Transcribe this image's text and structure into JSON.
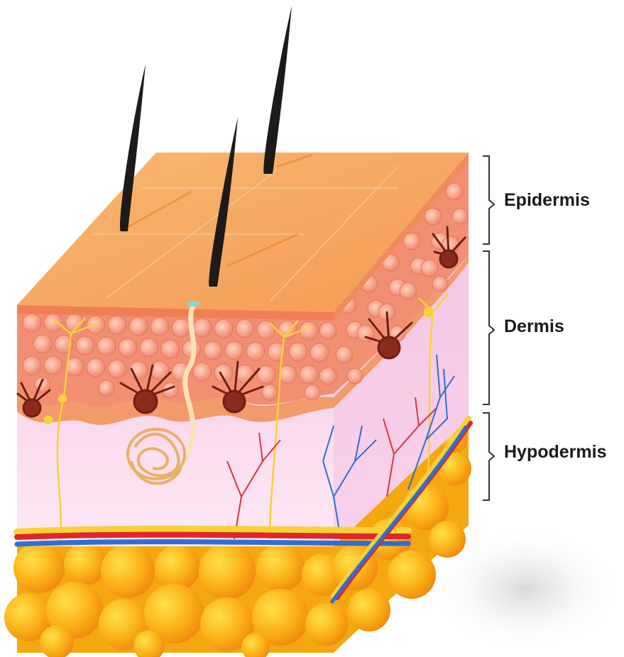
{
  "labels": {
    "epidermis": "Epidermis",
    "dermis": "Dermis",
    "hypodermis": "Hypodermis"
  },
  "colors": {
    "epidermis_surface": "#f6a25c",
    "epidermis_cells": "#f08a6c",
    "dermis": "#fbdcef",
    "fat": "#fbb117",
    "artery": "#e0262b",
    "vein": "#2f6fd0",
    "nerve": "#f7d13a",
    "melanocyte": "#8b2a1c",
    "hair": "#1d1a17",
    "bracket": "#333333"
  },
  "icons": [
    "hair-shaft",
    "sweat-gland",
    "melanocyte",
    "blood-vessel",
    "nerve-fiber",
    "fat-lobule"
  ]
}
